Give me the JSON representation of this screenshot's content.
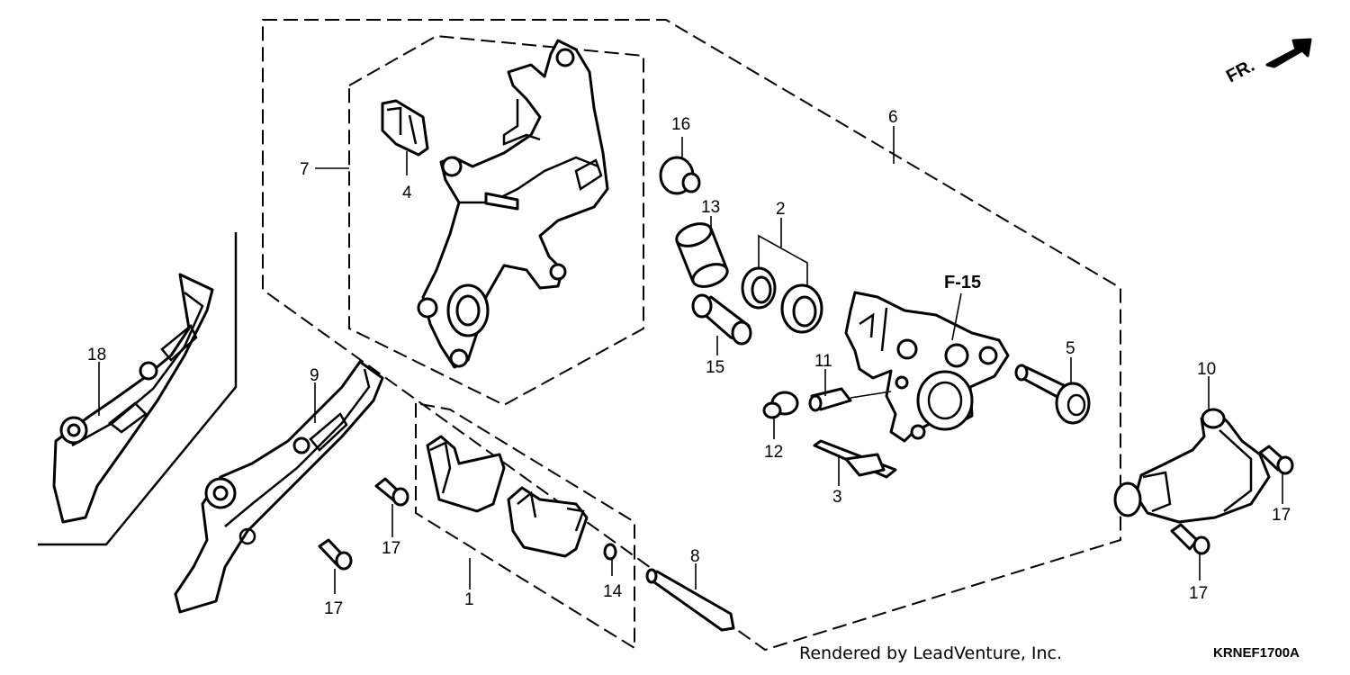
{
  "direction_marker": {
    "label": "FR."
  },
  "callouts": {
    "c1": "1",
    "c2": "2",
    "c3": "3",
    "c4": "4",
    "c5": "5",
    "c6": "6",
    "c7": "7",
    "c8": "8",
    "c9": "9",
    "c10": "10",
    "c11": "11",
    "c12": "12",
    "c13": "13",
    "c14": "14",
    "c15": "15",
    "c16": "16",
    "c17a": "17",
    "c17b": "17",
    "c17c": "17",
    "c17d": "17",
    "c18": "18"
  },
  "reference_label": "F-15",
  "footer": {
    "credit": "Rendered by LeadVenture, Inc.",
    "diagram_code": "KRNEF1700A"
  }
}
